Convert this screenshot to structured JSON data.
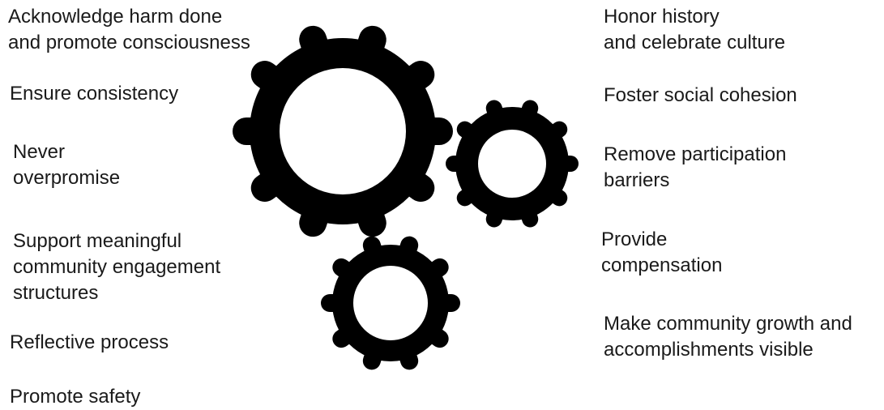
{
  "left_items": [
    {
      "lines": [
        "Acknowledge harm done",
        "and promote consciousness"
      ]
    },
    {
      "lines": [
        "Ensure consistency"
      ]
    },
    {
      "lines": [
        "Never",
        "overpromise"
      ]
    },
    {
      "lines": [
        "Support meaningful",
        "community engagement",
        "structures"
      ]
    },
    {
      "lines": [
        "Reflective process"
      ]
    },
    {
      "lines": [
        "Promote safety"
      ]
    }
  ],
  "right_items": [
    {
      "lines": [
        "Honor history",
        "and celebrate culture"
      ]
    },
    {
      "lines": [
        "Foster social cohesion"
      ]
    },
    {
      "lines": [
        "Remove participation",
        "barriers"
      ]
    },
    {
      "lines": [
        "Provide",
        "compensation"
      ]
    },
    {
      "lines": [
        "Make community growth and",
        "accomplishments visible"
      ]
    }
  ],
  "gears": [
    {
      "name": "large-gear-icon"
    },
    {
      "name": "right-gear-icon"
    },
    {
      "name": "bottom-gear-icon"
    }
  ],
  "colors": {
    "gear": "#000000",
    "text": "#1a1a1a",
    "background": "#ffffff"
  }
}
